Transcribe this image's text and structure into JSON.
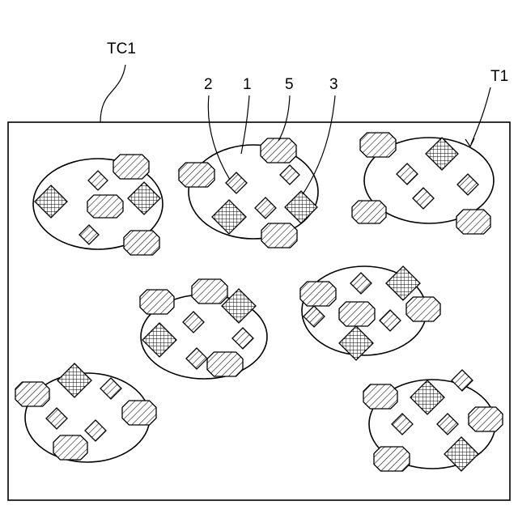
{
  "labels": {
    "container": "TC1",
    "item": "T1",
    "ref_2": "2",
    "ref_1": "1",
    "ref_5": "5",
    "ref_3": "3"
  },
  "colors": {
    "stroke": "#000000",
    "background": "#ffffff"
  },
  "hatch_patterns": {
    "diagonal": "diagonal-hatch",
    "crosshatch": "cross-hatch"
  }
}
